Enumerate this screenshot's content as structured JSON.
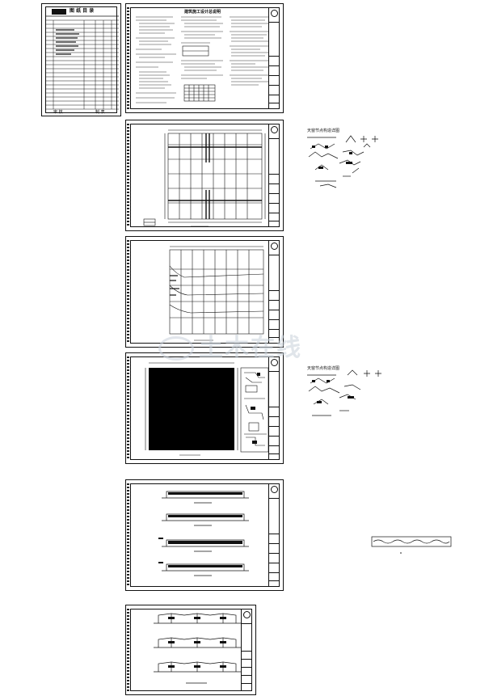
{
  "cover": {
    "title": "图 纸 目 录",
    "footer_left": "审 核",
    "footer_right": "制 表"
  },
  "notes_sheet": {
    "title": "建筑施工设计总说明"
  },
  "detail_a": {
    "title": "天窗节点构造详图"
  },
  "detail_b": {
    "title": "天窗节点构造详图"
  },
  "watermark": {
    "text": "土木在线"
  },
  "colors": {
    "line": "#111111",
    "watermark": "#c8d0da",
    "fill": "#000000"
  }
}
